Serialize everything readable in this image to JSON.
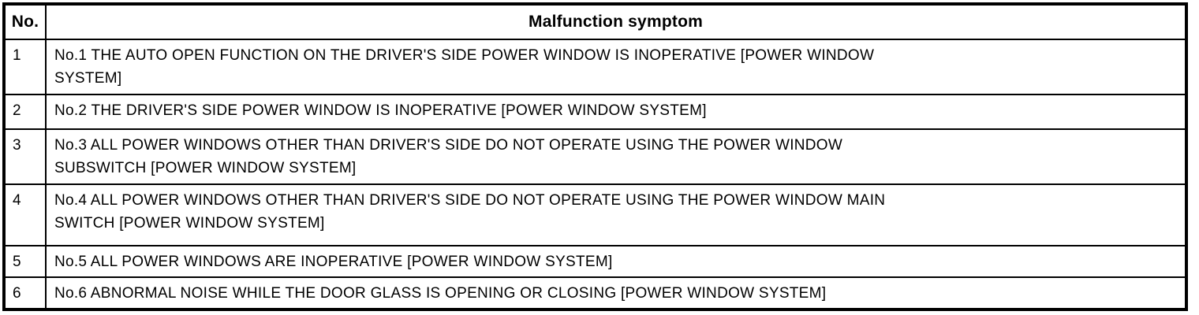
{
  "table": {
    "headers": {
      "no": "No.",
      "symptom": "Malfunction symptom"
    },
    "rows": [
      {
        "no": "1",
        "symptom": "No.1 THE AUTO OPEN FUNCTION ON THE DRIVER'S SIDE POWER WINDOW IS INOPERATIVE [POWER WINDOW SYSTEM]",
        "lines": [
          "No.1 THE AUTO OPEN FUNCTION ON THE DRIVER'S SIDE POWER WINDOW IS INOPERATIVE [POWER WINDOW",
          "SYSTEM]"
        ]
      },
      {
        "no": "2",
        "symptom": "No.2 THE DRIVER'S SIDE POWER WINDOW IS INOPERATIVE [POWER WINDOW SYSTEM]",
        "lines": [
          "No.2 THE DRIVER'S SIDE POWER WINDOW IS INOPERATIVE [POWER WINDOW SYSTEM]"
        ]
      },
      {
        "no": "3",
        "symptom": "No.3 ALL POWER WINDOWS OTHER THAN DRIVER'S SIDE DO NOT OPERATE USING THE POWER WINDOW SUBSWITCH [POWER WINDOW SYSTEM]",
        "lines": [
          "No.3 ALL POWER WINDOWS OTHER THAN DRIVER'S SIDE DO NOT OPERATE USING THE POWER WINDOW",
          "SUBSWITCH [POWER WINDOW SYSTEM]"
        ]
      },
      {
        "no": "4",
        "symptom": "No.4 ALL POWER WINDOWS OTHER THAN DRIVER'S SIDE DO NOT OPERATE USING THE POWER WINDOW MAIN SWITCH [POWER WINDOW SYSTEM]",
        "lines": [
          "No.4 ALL POWER WINDOWS OTHER THAN DRIVER'S SIDE DO NOT OPERATE USING THE POWER WINDOW MAIN",
          "SWITCH [POWER WINDOW SYSTEM]"
        ]
      },
      {
        "no": "5",
        "symptom": "No.5 ALL POWER WINDOWS ARE INOPERATIVE [POWER WINDOW SYSTEM]",
        "lines": [
          "No.5 ALL POWER WINDOWS ARE INOPERATIVE [POWER WINDOW SYSTEM]"
        ]
      },
      {
        "no": "6",
        "symptom": "No.6 ABNORMAL NOISE WHILE THE DOOR GLASS IS OPENING OR CLOSING [POWER WINDOW SYSTEM]",
        "lines": [
          "No.6 ABNORMAL NOISE WHILE THE DOOR GLASS IS OPENING OR CLOSING [POWER WINDOW SYSTEM]"
        ]
      }
    ],
    "colors": {
      "border": "#000000",
      "text": "#000000",
      "background": "#ffffff"
    }
  }
}
